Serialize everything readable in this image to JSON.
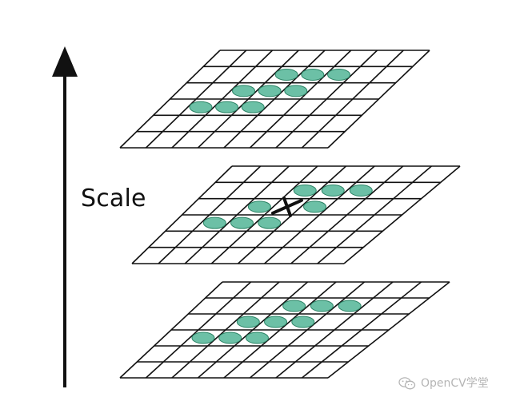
{
  "diagram": {
    "axis_label": "Scale",
    "layers": [
      {
        "id": "top",
        "has_center_marker": false
      },
      {
        "id": "middle",
        "has_center_marker": true
      },
      {
        "id": "bottom",
        "has_center_marker": false
      }
    ],
    "grid": {
      "rows": 6,
      "cols": 8
    },
    "neighbor_cells": [
      [
        1,
        3
      ],
      [
        1,
        4
      ],
      [
        1,
        5
      ],
      [
        2,
        2
      ],
      [
        2,
        3
      ],
      [
        2,
        4
      ],
      [
        3,
        1
      ],
      [
        3,
        2
      ],
      [
        3,
        3
      ]
    ],
    "center_cell": [
      2,
      3
    ],
    "colors": {
      "line": "#111111",
      "ellipse_fill": "#6cc0a6",
      "ellipse_stroke": "#2c8466",
      "watermark": "#b5b5b5"
    }
  },
  "watermark": {
    "icon": "wechat-icon",
    "text": "OpenCV学堂"
  }
}
